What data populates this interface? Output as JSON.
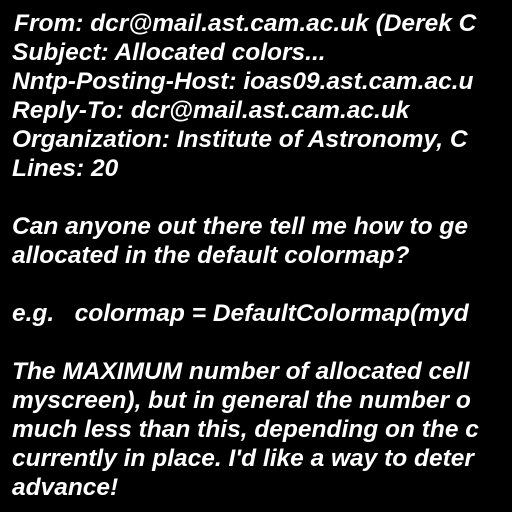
{
  "document": {
    "text_color": "#ffffff",
    "background_color": "#000000",
    "headers": {
      "from": "From: dcr@mail.ast.cam.ac.uk (Derek C",
      "subject": "Subject: Allocated colors...",
      "host": "Nntp-Posting-Host: ioas09.ast.cam.ac.u",
      "reply_to": "Reply-To: dcr@mail.ast.cam.ac.uk",
      "organization": "Organization: Institute of Astronomy, C",
      "lines": "Lines: 20"
    },
    "body": {
      "para1_line1": "Can anyone out there tell me how to ge",
      "para1_line2": "allocated in the default colormap?",
      "example": "e.g.   colormap = DefaultColormap(myd",
      "para2_line1": "The MAXIMUM number of allocated cell",
      "para2_line2": "myscreen), but in general the number o",
      "para2_line3": "much less than this, depending on the c",
      "para2_line4": "currently in place. I'd like a way to deter",
      "para2_line5": "advance!"
    }
  }
}
